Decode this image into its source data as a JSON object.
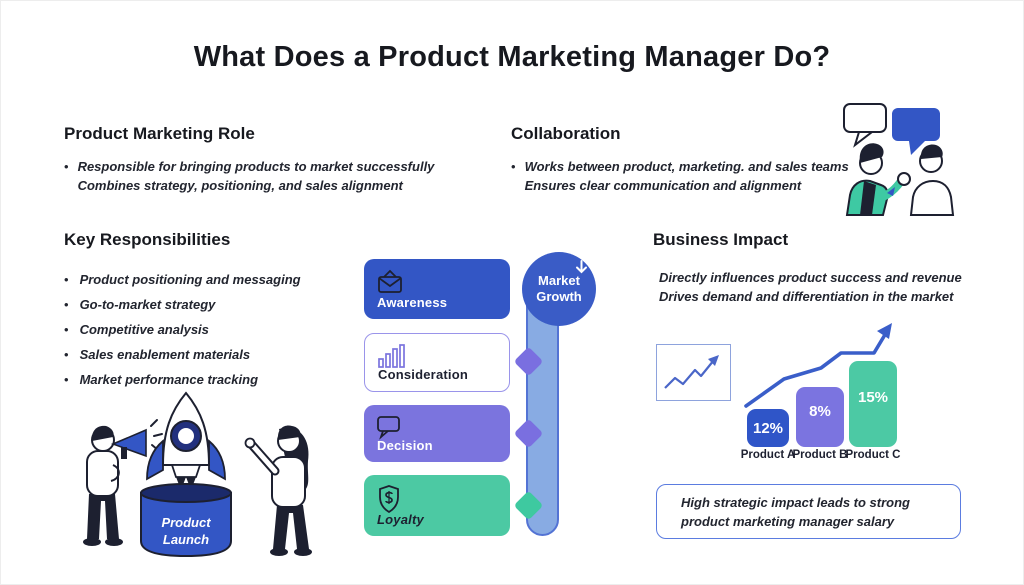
{
  "title": "What Does a Product Marketing Manager Do?",
  "role": {
    "heading": "Product Marketing Role",
    "lines": [
      "Responsible for bringing products to market successfully",
      "Combines strategy, positioning, and sales alignment"
    ]
  },
  "collaboration": {
    "heading": "Collaboration",
    "lines": [
      "Works between product, marketing. and sales teams",
      "Ensures clear communication and alignment"
    ]
  },
  "key_responsibilities": {
    "heading": "Key Responsibilities",
    "items": [
      "Product positioning and messaging",
      "Go-to-market strategy",
      "Competitive analysis",
      "Sales enablement materials",
      "Market performance tracking"
    ]
  },
  "funnel": {
    "stages": [
      {
        "label": "Awareness",
        "icon": "envelope-icon",
        "fill": "#3356c5",
        "text": "#ffffff"
      },
      {
        "label": "Consideration",
        "icon": "bar-chart-icon",
        "fill": "#ffffff",
        "border": "#9a94ea",
        "text": "#1d2030"
      },
      {
        "label": "Decision",
        "icon": "speech-bubble-icon",
        "fill": "#7b74de",
        "text": "#ffffff"
      },
      {
        "label": "Loyalty",
        "icon": "shield-dollar-icon",
        "fill": "#4cc9a3",
        "text": "#1d2030"
      }
    ],
    "market_growth": {
      "line1": "Market",
      "line2": "Growth"
    }
  },
  "business_impact": {
    "heading": "Business Impact",
    "lines": [
      "Directly influences product success and revenue",
      "Drives demand and differentiation in the market"
    ],
    "callout_lines": [
      "High strategic impact leads to strong",
      "product marketing manager salary"
    ]
  },
  "chart_data": {
    "type": "bar",
    "categories": [
      "Product A",
      "Product B",
      "Product C"
    ],
    "values": [
      12,
      8,
      15
    ],
    "unit": "%",
    "value_labels": [
      "12%",
      "8%",
      "15%"
    ],
    "bar_colors": [
      "#2f55c8",
      "#7b74e0",
      "#4cc9a4"
    ],
    "title": "",
    "xlabel": "",
    "ylabel": "",
    "annotations": [
      "upward trend arrow",
      "mini line chart thumbnail"
    ]
  },
  "launch_illustration": {
    "bucket_label_lines": [
      "Product",
      "Launch"
    ]
  },
  "colors": {
    "primary_blue": "#3356c5",
    "purple": "#7b74de",
    "teal": "#4cc9a3",
    "track_fill": "#88abe3",
    "track_border": "#5373d4",
    "trend_blue": "#3a5ec9",
    "ink": "#1d2030"
  }
}
